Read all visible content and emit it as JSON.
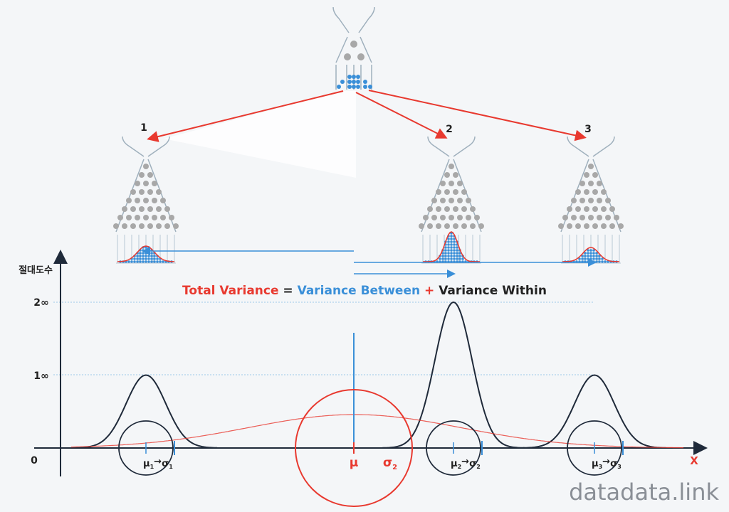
{
  "boards": [
    {
      "label": "1"
    },
    {
      "label": "2"
    },
    {
      "label": "3"
    }
  ],
  "axis": {
    "ylabel": "절대도수",
    "yticks": [
      "2∞",
      "1∞"
    ],
    "origin": "0",
    "xlabel": "X"
  },
  "equation": {
    "total": "Total Variance",
    "eq": "=",
    "between": "Variance Between",
    "plus": "+",
    "within": "Variance Within"
  },
  "groups": [
    {
      "mu": "μ",
      "mu_sub": "1",
      "sigma": "σ",
      "sigma_sub": "1",
      "peak": 100
    },
    {
      "mu": "μ",
      "mu_sub": "2",
      "sigma": "σ",
      "sigma_sub": "2",
      "peak": 200
    },
    {
      "mu": "μ",
      "mu_sub": "3",
      "sigma": "σ",
      "sigma_sub": "3",
      "peak": 100
    }
  ],
  "overall": {
    "mu": "μ",
    "sigma": "σ",
    "sigma_sub": "2"
  },
  "watermark": "datadata.link",
  "colors": {
    "red": "#e8392f",
    "blue": "#3a8fd8",
    "dark": "#1f2a3a",
    "peg": "#a8a8a8",
    "board": "#9fb0bd"
  }
}
